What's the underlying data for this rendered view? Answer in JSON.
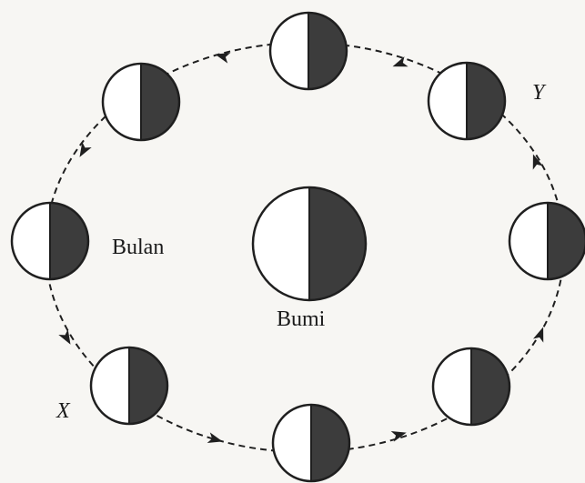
{
  "labels": {
    "moon": "Bulan",
    "earth": "Bumi",
    "position_x": "X",
    "position_y": "Y"
  },
  "colors": {
    "lit_side": "#ffffff",
    "dark_side": "#3c3c3c",
    "outline": "#1f1f1f"
  },
  "orbit_direction": "counterclockwise"
}
